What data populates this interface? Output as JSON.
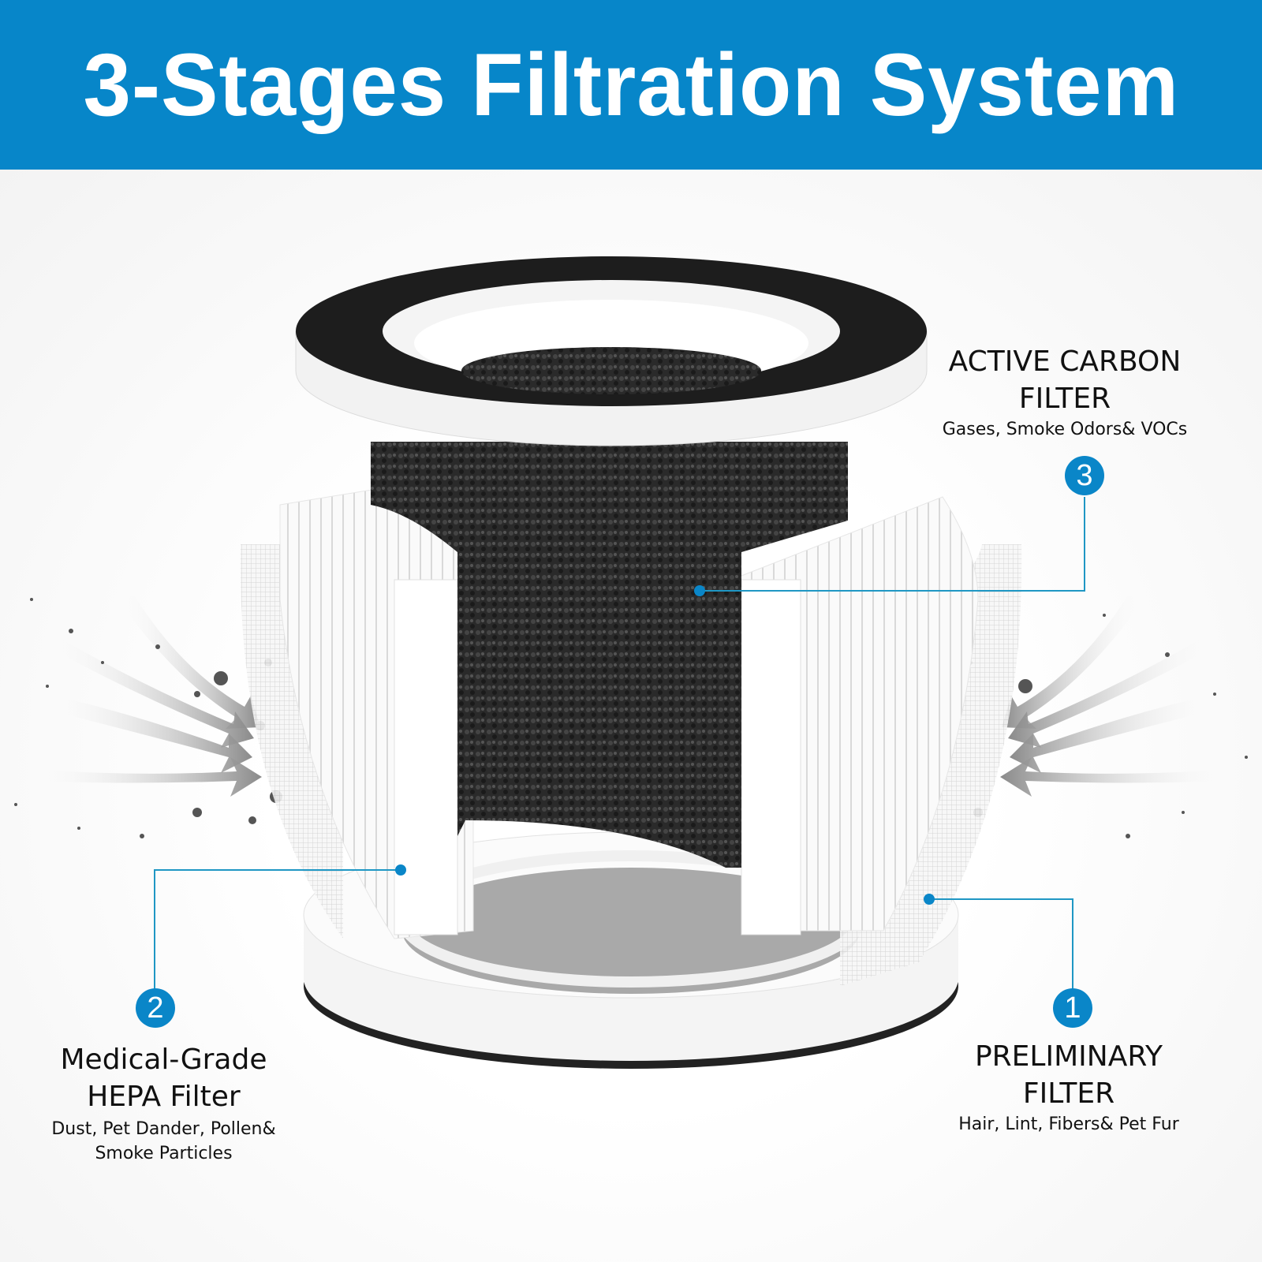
{
  "header": {
    "title": "3-Stages Filtration System"
  },
  "colors": {
    "banner": "#0786c9",
    "accent": "#0a86c8",
    "leader_line": "#1f97c4"
  },
  "callouts": [
    {
      "number": "3",
      "title_line1": "ACTIVE CARBON",
      "title_line2": "FILTER",
      "subtitle_line1": "Gases, Smoke Odors& VOCs",
      "subtitle_line2": ""
    },
    {
      "number": "2",
      "title_line1": "Medical-Grade",
      "title_line2": "HEPA Filter",
      "subtitle_line1": "Dust, Pet Dander, Pollen&",
      "subtitle_line2": "Smoke Particles"
    },
    {
      "number": "1",
      "title_line1": "PRELIMINARY",
      "title_line2": "FILTER",
      "subtitle_line1": "Hair, Lint, Fibers& Pet Fur",
      "subtitle_line2": ""
    }
  ],
  "illustration": {
    "subject": "cylindrical air purifier filter exploded view",
    "icons": [
      "airflow-arrow-icon",
      "dust-particles-icon"
    ]
  }
}
